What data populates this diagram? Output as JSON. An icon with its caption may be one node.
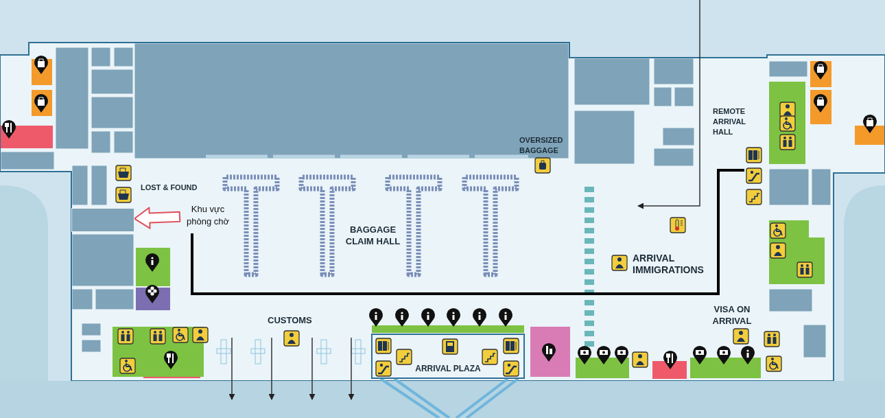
{
  "diagram": {
    "nodes": [
      {
        "text": [
          "Khu vực phòng chờ"
        ]
      },
      {
        "text": [],
        "shape": "box"
      },
      {
        "text": [
          "ARRIVAL PLAZA"
        ]
      }
    ],
    "edges": [
      {
        "from": 0,
        "to": 1,
        "arrow": "to",
        "style": "thick",
        "color": "#e0505a"
      }
    ],
    "labels": [
      "LOST & FOUND",
      "OVERSIZED BAGGAGE",
      "REMOTE ARRIVAL HALL",
      "BAGGAGE CLAIM HALL",
      "ARRIVAL IMMIGRATIONS",
      "CUSTOMS",
      "VISA ON ARRIVAL"
    ]
  }
}
